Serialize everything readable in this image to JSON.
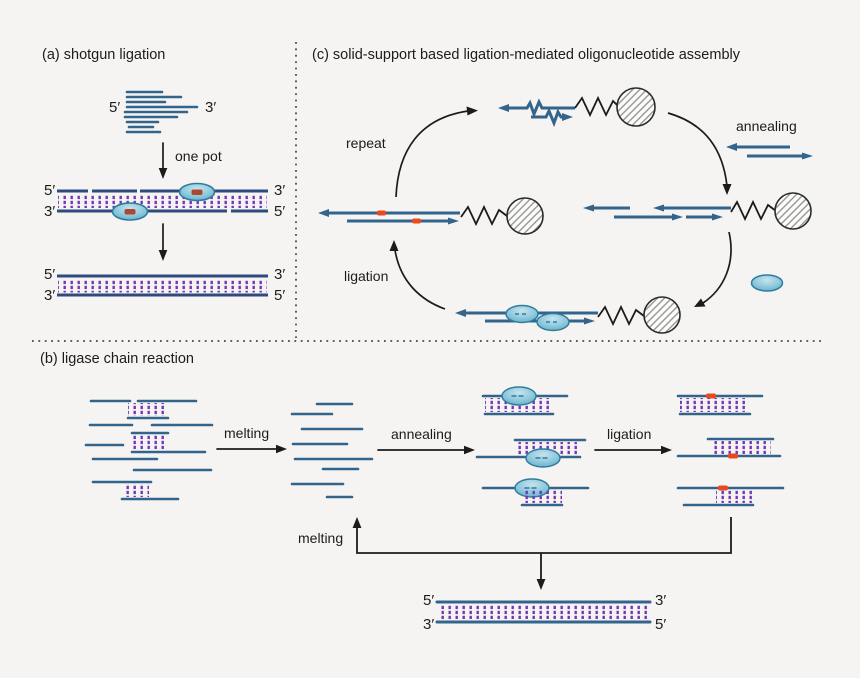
{
  "colors": {
    "bg": "#f5f4f2",
    "text": "#1c1c1c",
    "strand": "#33648c",
    "strand-dark": "#2d4b7e",
    "rung": "#7436b4",
    "ligase-fill": "#8cc7dc",
    "ligase-fill-light": "#c6e4ee",
    "ligase-stroke": "#2f7d9e",
    "ligase-dot": "#a94a2f",
    "nick-dot": "#e8491d",
    "arrow": "#1b1b1b",
    "bead-stroke": "#2b2b2b",
    "bead-hatch": "#8f8f8f",
    "divider": "#5d5d5d"
  },
  "panel_a": {
    "title": "(a) shotgun ligation",
    "arrow1_label": "one pot"
  },
  "panel_b": {
    "title": "(b) ligase chain reaction",
    "step1_label": "melting",
    "step2_label": "annealing",
    "step3_label": "ligation",
    "cycle_label": "melting"
  },
  "panel_c": {
    "title": "(c) solid-support based ligation-mediated oligonucleotide assembly",
    "cycle_labels": {
      "repeat": "repeat",
      "annealing": "annealing",
      "ligation": "ligation"
    }
  },
  "strand_end_labels": {
    "five_prime": "5′",
    "three_prime": "3′"
  }
}
